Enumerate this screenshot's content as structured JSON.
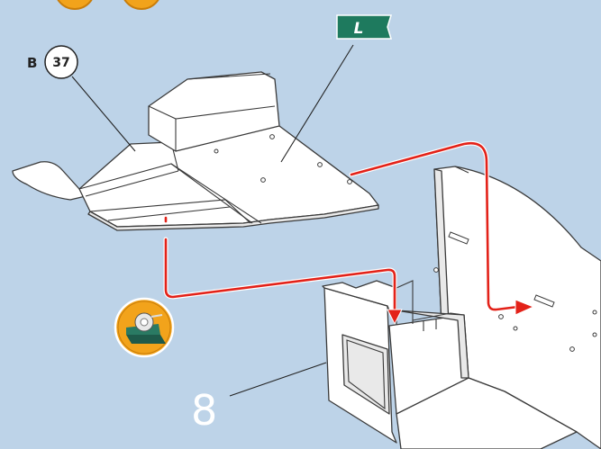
{
  "callout": {
    "part_prefix": "B",
    "part_number": "37"
  },
  "flag": {
    "letter": "L"
  },
  "step": {
    "number": "8"
  },
  "icons": {
    "tape": "tape-dispenser-icon",
    "orange_badges": "orange-circle-icon"
  },
  "colors": {
    "background": "#bdd3e8",
    "flag": "#1e7a5e",
    "arrow": "#e32219",
    "badge_orange": "#f2a31b",
    "badge_ring": "#c97d0a",
    "tape_dark": "#1e5a4a"
  }
}
